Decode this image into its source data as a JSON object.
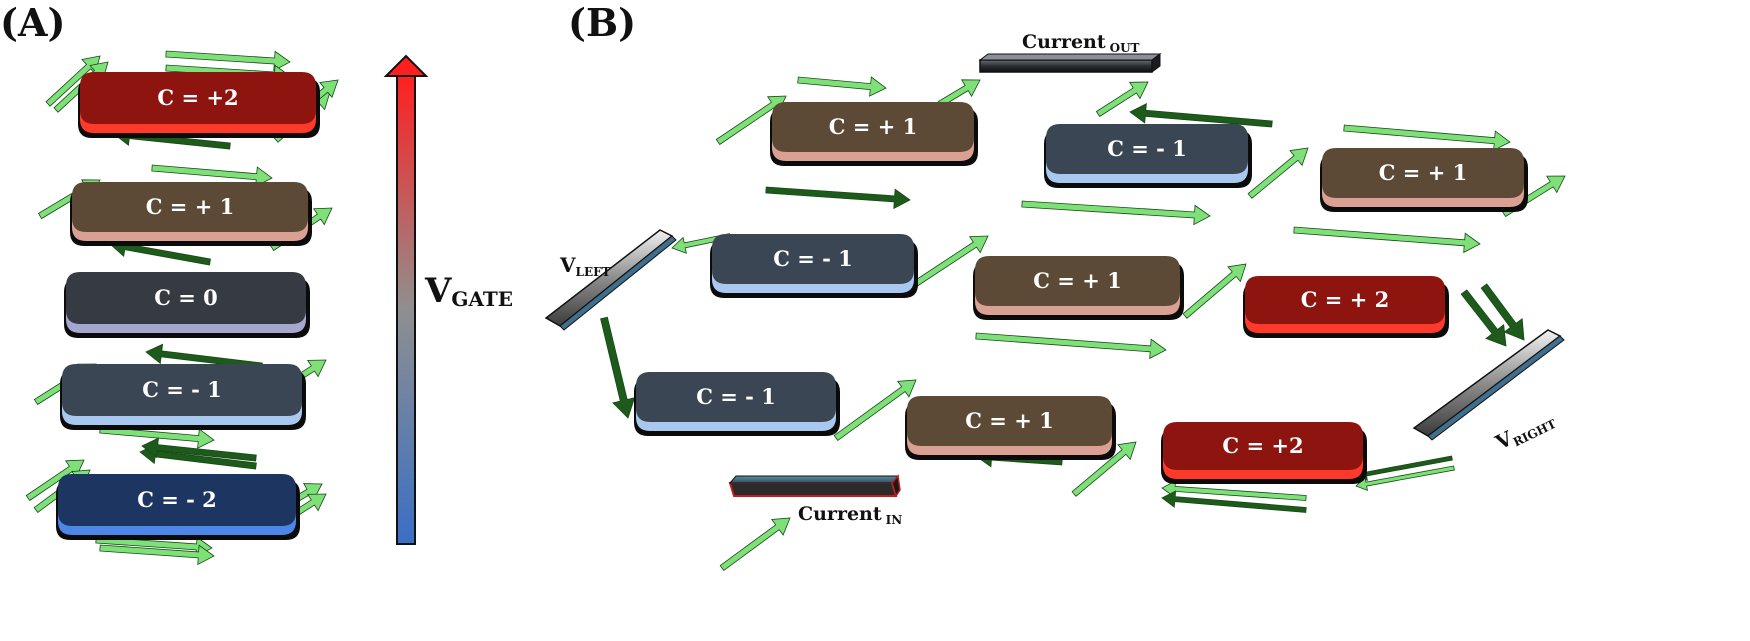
{
  "panel_a": {
    "label": "(A)",
    "plates": [
      {
        "text": "C = +2",
        "color": "red"
      },
      {
        "text": "C = + 1",
        "color": "brown"
      },
      {
        "text": "C = 0",
        "color": "gray"
      },
      {
        "text": "C = - 1",
        "color": "slate"
      },
      {
        "text": "C = - 2",
        "color": "blue"
      }
    ],
    "gate_label": "V",
    "gate_sub": "GATE"
  },
  "panel_b": {
    "label": "(B)",
    "plates": [
      {
        "text": "C = + 1",
        "color": "brown"
      },
      {
        "text": "C = - 1",
        "color": "slate"
      },
      {
        "text": "C = + 1",
        "color": "brown"
      },
      {
        "text": "C = - 1",
        "color": "slate"
      },
      {
        "text": "C = + 1",
        "color": "brown"
      },
      {
        "text": "C = + 2",
        "color": "red"
      },
      {
        "text": "C = - 1",
        "color": "slate"
      },
      {
        "text": "C = + 1",
        "color": "brown"
      },
      {
        "text": "C = +2",
        "color": "red"
      }
    ],
    "current_out": {
      "main": "Current",
      "sub": "OUT"
    },
    "current_in": {
      "main": "Current",
      "sub": "IN"
    },
    "v_left": {
      "main": "V",
      "sub": "LEFT"
    },
    "v_right": {
      "main": "V",
      "sub": "RIGHT"
    }
  },
  "colors": {
    "red_top": "#8e1410",
    "red_edge": "#ff3a2a",
    "brown_top": "#5c4a36",
    "brown_edge": "#d9a093",
    "gray_top": "#363a42",
    "gray_edge": "#a6a7cf",
    "slate_top": "#3b4654",
    "slate_edge": "#a9c8ef",
    "blue_top": "#1c3561",
    "blue_edge": "#4d86e6",
    "arrow_light": "#7fe07a",
    "arrow_dark": "#1d5a1c"
  }
}
